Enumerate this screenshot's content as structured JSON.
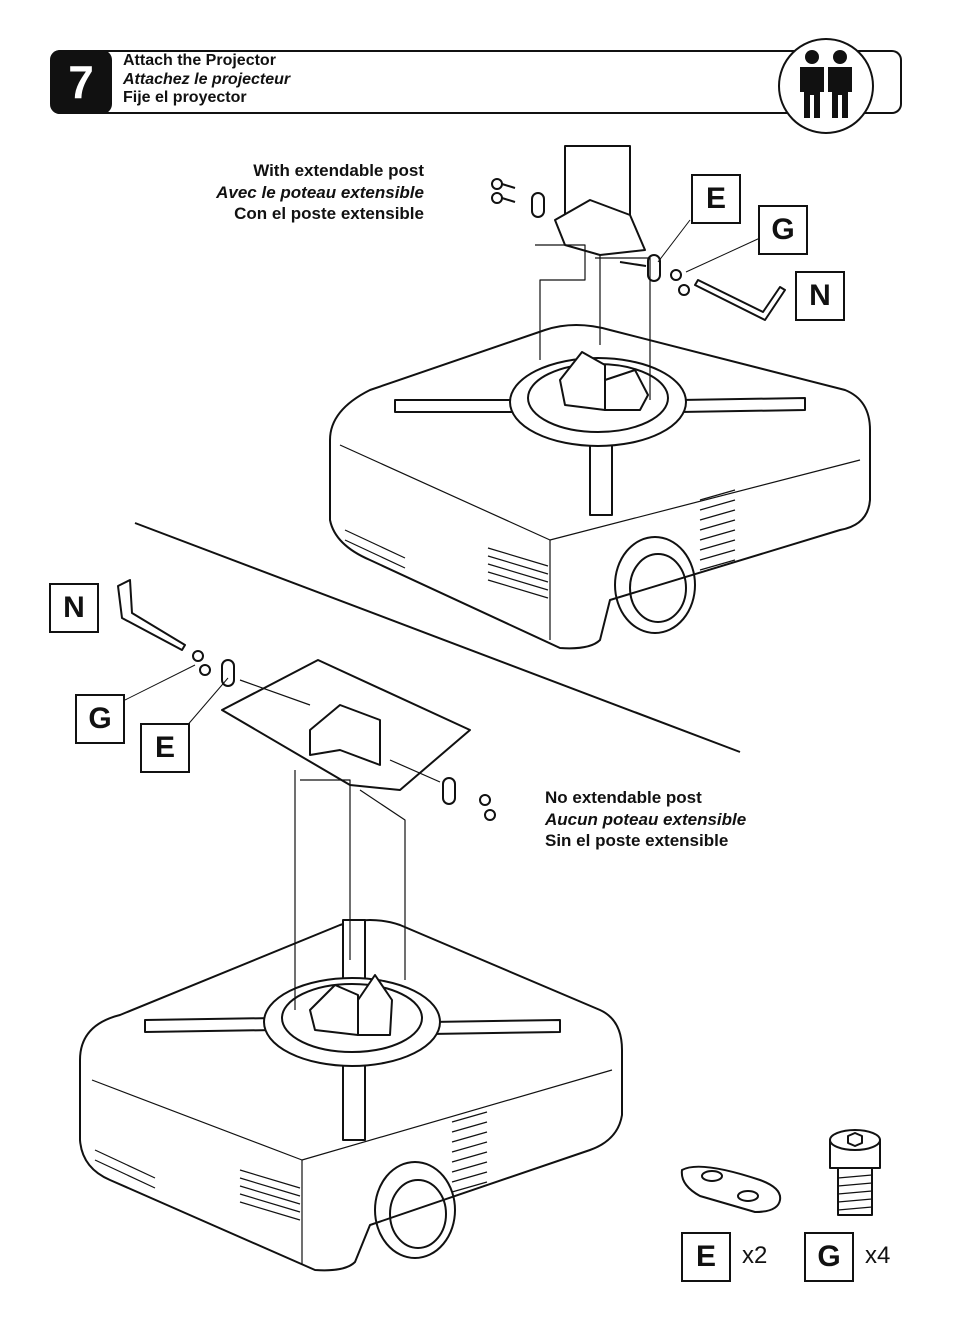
{
  "step": {
    "number": "7",
    "title_en": "Attach the Projector",
    "title_fr": "Attachez le projecteur",
    "title_es": "Fije el proyector",
    "icon": "two-people-icon"
  },
  "top_section": {
    "caption_en": "With extendable post",
    "caption_fr": "Avec le poteau extensible",
    "caption_es": "Con el poste extensible",
    "labels": [
      "E",
      "G",
      "N"
    ]
  },
  "bottom_section": {
    "caption_en": "No extendable post",
    "caption_fr": "Aucun poteau extensible",
    "caption_es": "Sin el poste extensible",
    "labels": [
      "N",
      "G",
      "E"
    ]
  },
  "parts": [
    {
      "label": "E",
      "quantity": "x2",
      "icon": "washer-plate-icon"
    },
    {
      "label": "G",
      "quantity": "x4",
      "icon": "socket-head-screw-icon"
    }
  ]
}
